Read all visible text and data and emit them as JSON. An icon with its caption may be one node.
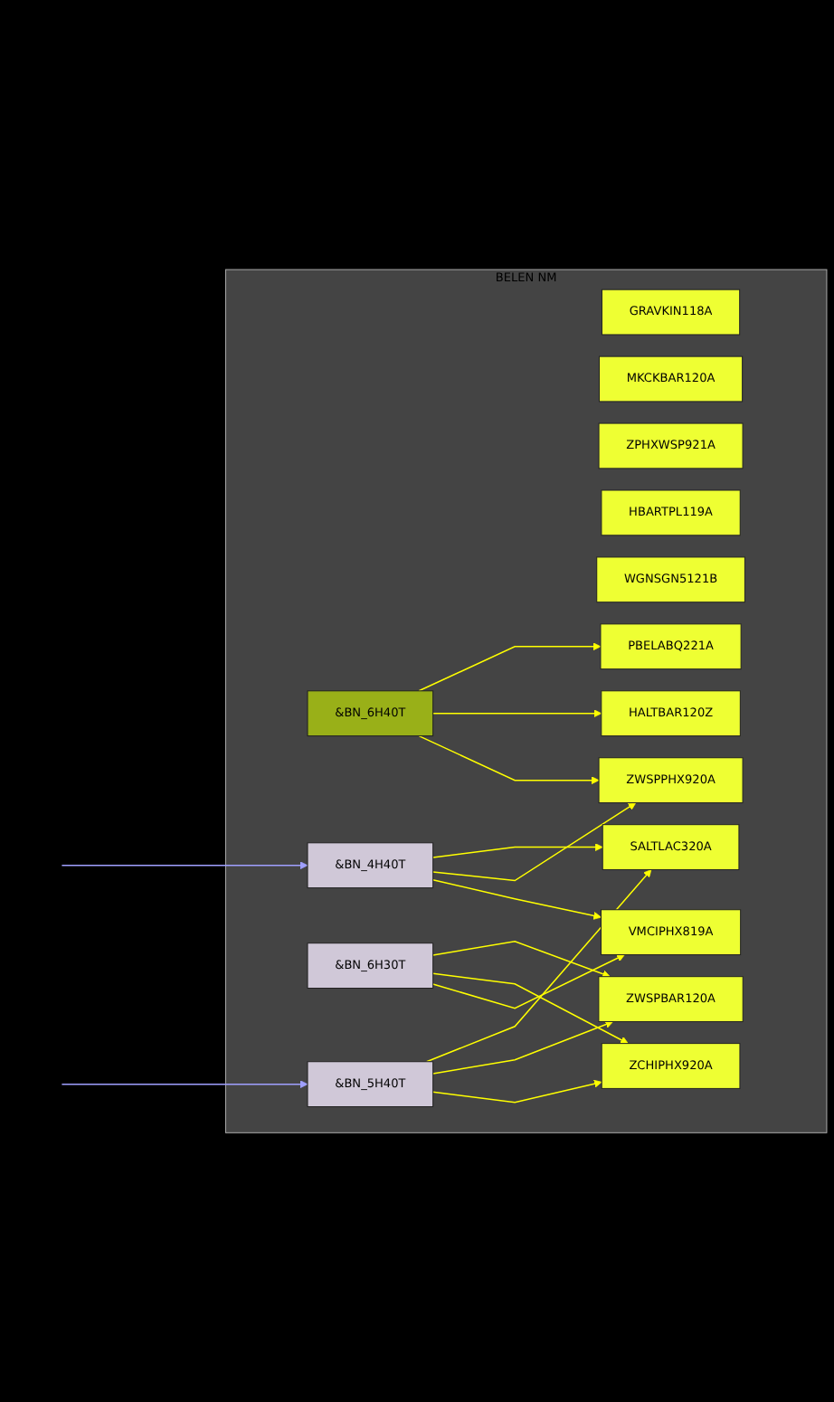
{
  "diagram": {
    "nodes": [
      {
        "text": [
          "BELEN NM"
        ]
      },
      {
        "text": [
          "GRAVKIN118A"
        ],
        "in": 0
      },
      {
        "text": [
          "MKCKBAR120A"
        ],
        "in": 0
      },
      {
        "text": [
          "ZPHXWSP921A"
        ],
        "in": 0
      },
      {
        "text": [
          "HBARTPL119A"
        ],
        "in": 0
      },
      {
        "text": [
          "WGNSGN5121B"
        ],
        "in": 0
      },
      {
        "text": [
          "&BN_6H40T"
        ],
        "in": 0
      },
      {
        "text": [
          "&BN_5H40T"
        ],
        "in": 0
      },
      {
        "text": [
          "&BN_6H30T"
        ],
        "in": 0
      },
      {
        "text": [
          "&BN_4H40T"
        ],
        "in": 0
      },
      {
        "text": [
          "VMCIPHX819A"
        ],
        "in": 0
      },
      {
        "text": [
          "ZCHIPHX920A"
        ],
        "in": 0
      },
      {
        "text": [
          "ZWSPBAR120A"
        ],
        "in": 0
      },
      {
        "text": [
          "ZWSPPHX920A"
        ],
        "in": 0
      },
      {
        "text": [
          "HALTBAR120Z"
        ],
        "in": 0
      },
      {
        "text": [
          "PBELABQ221A"
        ],
        "in": 0
      },
      {
        "text": [
          "SALTLAC320A"
        ],
        "in": 0
      }
    ],
    "edges": [
      {
        "from": 6,
        "to": 13,
        "arrow": "to"
      },
      {
        "from": 6,
        "to": 14,
        "arrow": "to"
      },
      {
        "from": 6,
        "to": 15,
        "arrow": "to"
      },
      {
        "from": 7,
        "to": 11,
        "arrow": "to"
      },
      {
        "from": 7,
        "to": 12,
        "arrow": "to"
      },
      {
        "from": 7,
        "to": 16,
        "arrow": "to"
      },
      {
        "from": 8,
        "to": 10,
        "arrow": "to"
      },
      {
        "from": 8,
        "to": 11,
        "arrow": "to"
      },
      {
        "from": 8,
        "to": 12,
        "arrow": "to"
      },
      {
        "from": 9,
        "to": 10,
        "arrow": "to"
      },
      {
        "from": 9,
        "to": 13,
        "arrow": "to"
      },
      {
        "from": 9,
        "to": 16,
        "arrow": "to"
      },
      {
        "from": null,
        "to": 7,
        "arrow": "to",
        "color": "#a0a0ff"
      },
      {
        "from": null,
        "to": 9,
        "arrow": "to",
        "color": "#a0a0ff"
      }
    ]
  }
}
